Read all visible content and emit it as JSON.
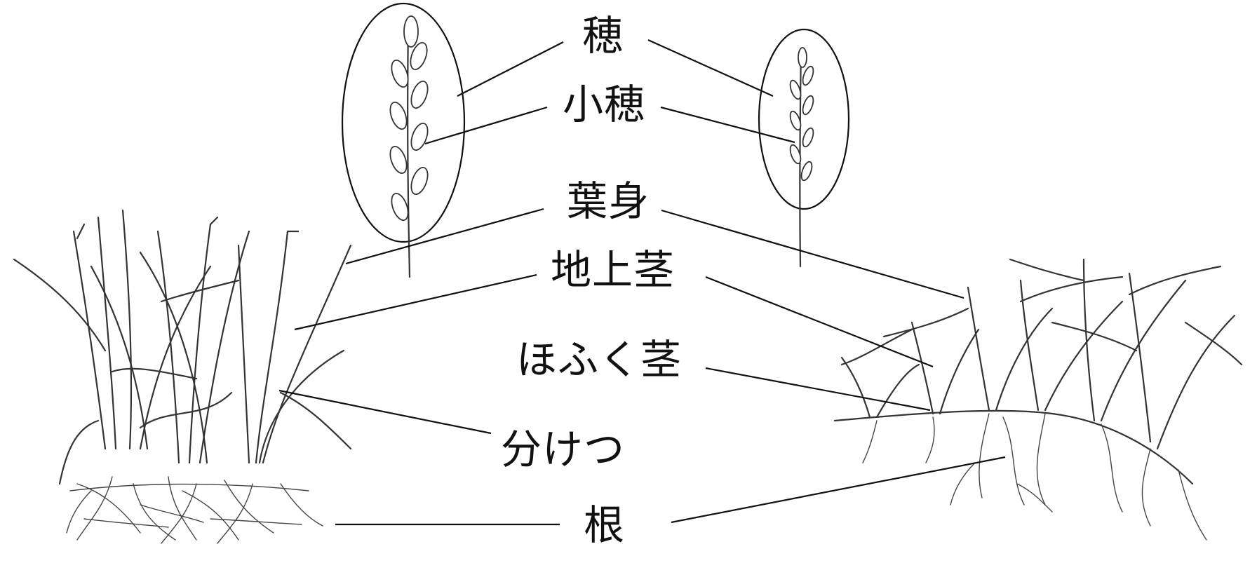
{
  "labels": {
    "ear": "穂",
    "spikelet": "小穂",
    "leaf_blade": "葉身",
    "aerial_stem": "地上茎",
    "creeping_stem": "ほふく茎",
    "tiller": "分けつ",
    "root": "根"
  }
}
